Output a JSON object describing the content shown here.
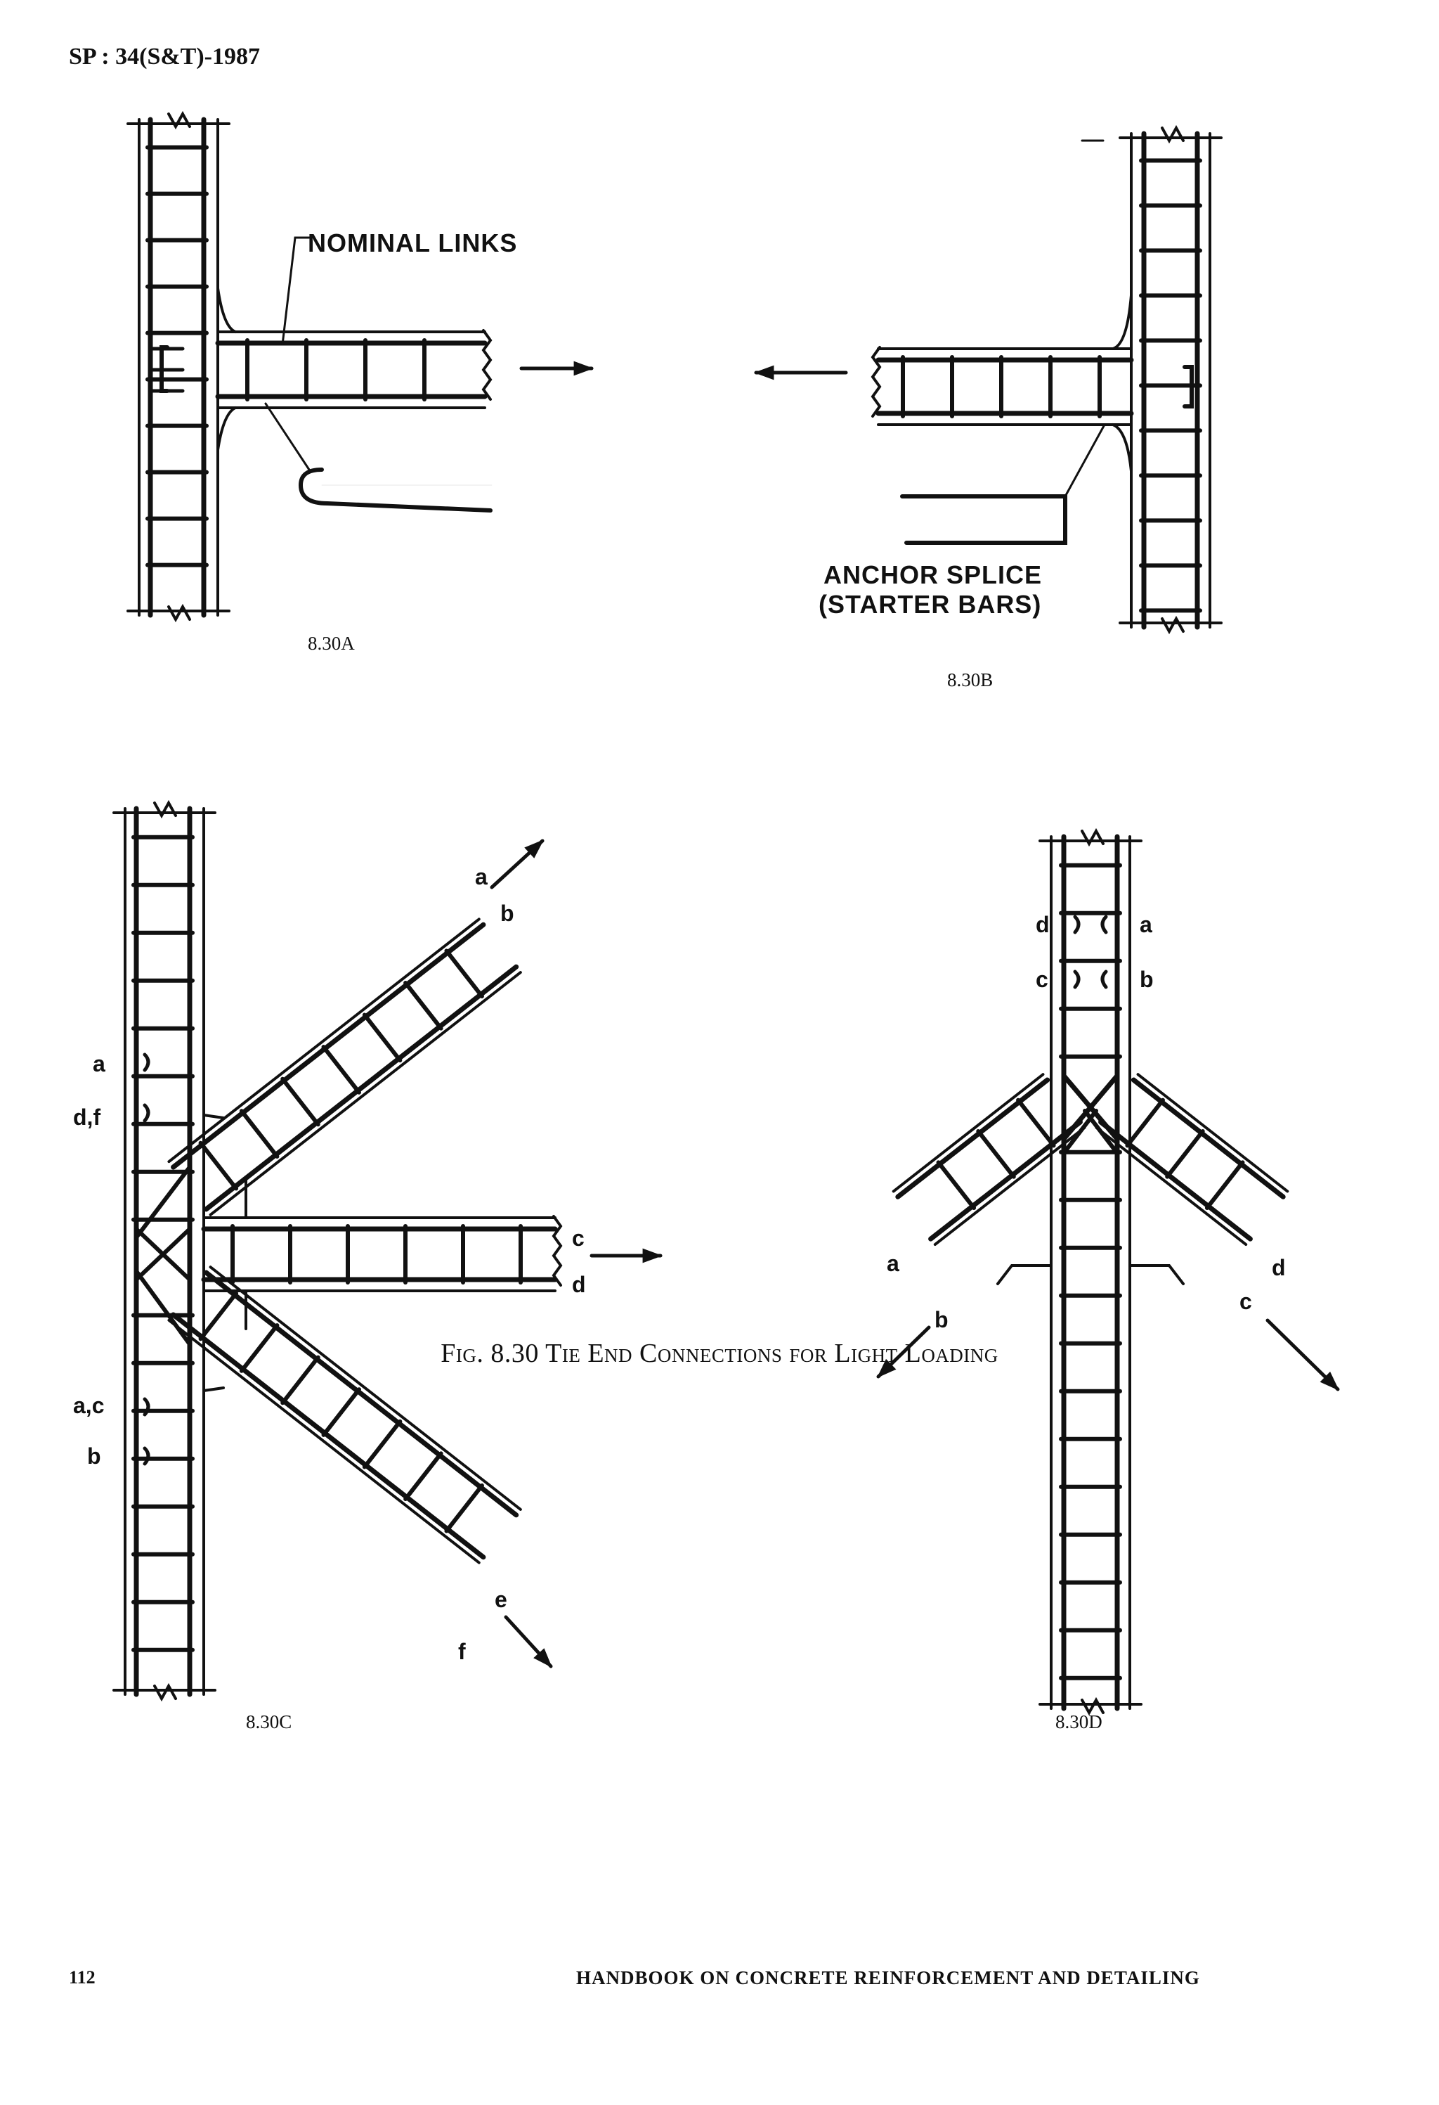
{
  "header": {
    "code": "SP : 34(S&T)-1987"
  },
  "figure": {
    "title": "Fig. 8.30 Tie End Connections for Light Loading",
    "panels": [
      {
        "id": "8.30A",
        "caption": "8.30A",
        "note": "NOMINAL LINKS"
      },
      {
        "id": "8.30B",
        "caption": "8.30B",
        "note_line1": "ANCHOR SPLICE",
        "note_line2": "(STARTER BARS)"
      },
      {
        "id": "8.30C",
        "caption": "8.30C",
        "bar_marks": [
          "a",
          "b",
          "c",
          "d",
          "e",
          "f",
          "a",
          "d,f",
          "a,c",
          "b"
        ]
      },
      {
        "id": "8.30D",
        "caption": "8.30D",
        "bar_marks": [
          "d",
          "a",
          "c",
          "b",
          "a",
          "b",
          "d",
          "c"
        ]
      }
    ]
  },
  "footer": {
    "page_number": "112",
    "book_title": "HANDBOOK ON CONCRETE REINFORCEMENT AND DETAILING"
  }
}
